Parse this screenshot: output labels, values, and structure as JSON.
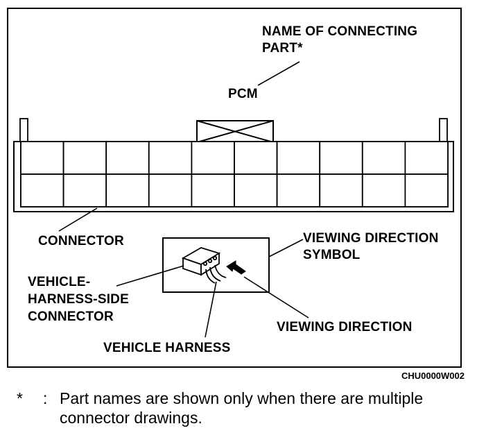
{
  "labels": {
    "name_of_connecting_part_line1": "NAME OF CONNECTING",
    "name_of_connecting_part_line2": "PART*",
    "pcm": "PCM",
    "connector": "CONNECTOR",
    "viewing_direction_symbol_line1": "VIEWING DIRECTION",
    "viewing_direction_symbol_line2": "SYMBOL",
    "vehicle_harness_side_line1": "VEHICLE-",
    "vehicle_harness_side_line2": "HARNESS-SIDE",
    "vehicle_harness_side_line3": "CONNECTOR",
    "viewing_direction": "VIEWING DIRECTION",
    "vehicle_harness": "VEHICLE HARNESS"
  },
  "figure_code": "CHU0000W002",
  "footnote": {
    "marker": "*",
    "separator": ":",
    "text": "Part names are shown only when there are multiple connector drawings."
  },
  "connector": {
    "rows": 2,
    "columns": 10
  }
}
